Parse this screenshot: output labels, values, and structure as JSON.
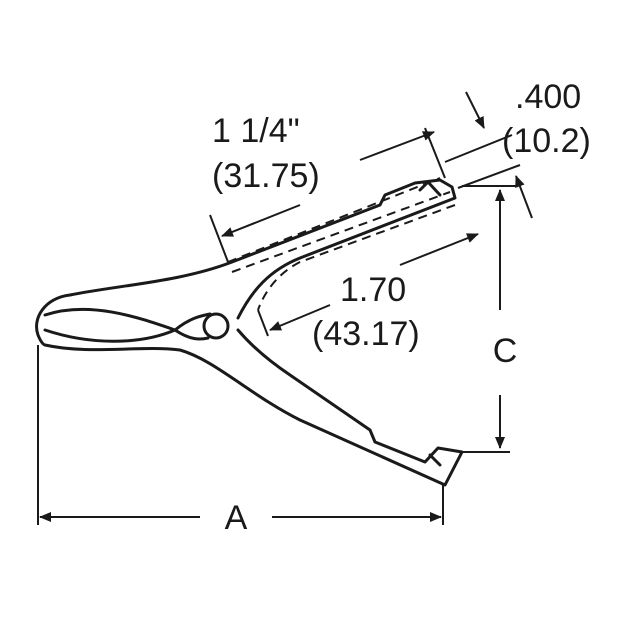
{
  "labels": {
    "length_in": "1 1/4\"",
    "length_mm": "(31.75)",
    "width_in": ".400",
    "width_mm": "(10.2)",
    "jaw_in": "1.70",
    "jaw_mm": "(43.17)",
    "dim_c": "C",
    "dim_a": "A"
  }
}
